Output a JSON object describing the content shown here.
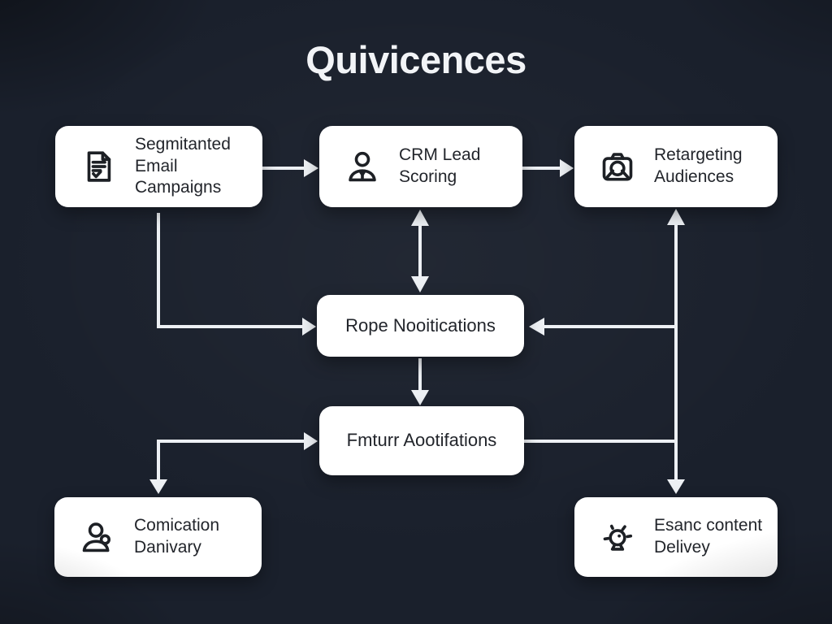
{
  "title": "Quivicences",
  "colors": {
    "background": "#1a202c",
    "box-bg": "#ffffff",
    "box-text": "#22252b",
    "line": "#edf0f4",
    "title": "#f2f4f7"
  },
  "nodes": {
    "segmented_email": {
      "line1": "Segmitanted",
      "line2": "Email Campaigns",
      "icon": "document-check-icon"
    },
    "crm_lead": {
      "line1": "CRM Lead",
      "line2": "Scoring",
      "icon": "person-icon"
    },
    "retargeting": {
      "line1": "Retargeting",
      "line2": "Audiences",
      "icon": "camera-icon"
    },
    "rope": {
      "line1": "Rope Nooitications"
    },
    "fmturr": {
      "line1": "Fmturr Aootifations"
    },
    "comication": {
      "line1": "Comication",
      "line2": "Danivary",
      "icon": "person-badge-icon"
    },
    "esanc": {
      "line1": "Esanc content",
      "line2": "Delivey",
      "icon": "idea-bulb-icon"
    }
  },
  "edges": [
    {
      "from": "segmented_email",
      "to": "crm_lead",
      "type": "arrow-right"
    },
    {
      "from": "crm_lead",
      "to": "retargeting",
      "type": "arrow-right"
    },
    {
      "from": "crm_lead",
      "to": "rope",
      "type": "double-arrow-vertical"
    },
    {
      "from": "segmented_email",
      "to": "rope",
      "type": "elbow-arrow-right"
    },
    {
      "from": "right-column",
      "to": "rope",
      "type": "arrow-left"
    },
    {
      "from": "rope",
      "to": "fmturr",
      "type": "arrow-down"
    },
    {
      "from": "left-branch",
      "to": "fmturr",
      "type": "elbow-arrow-right"
    },
    {
      "from": "left-branch",
      "to": "comication",
      "type": "arrow-down"
    },
    {
      "from": "fmturr",
      "to": "right-column",
      "type": "line"
    },
    {
      "from": "right-column",
      "to": "retargeting",
      "type": "arrow-up"
    },
    {
      "from": "right-column",
      "to": "esanc",
      "type": "arrow-down"
    }
  ]
}
